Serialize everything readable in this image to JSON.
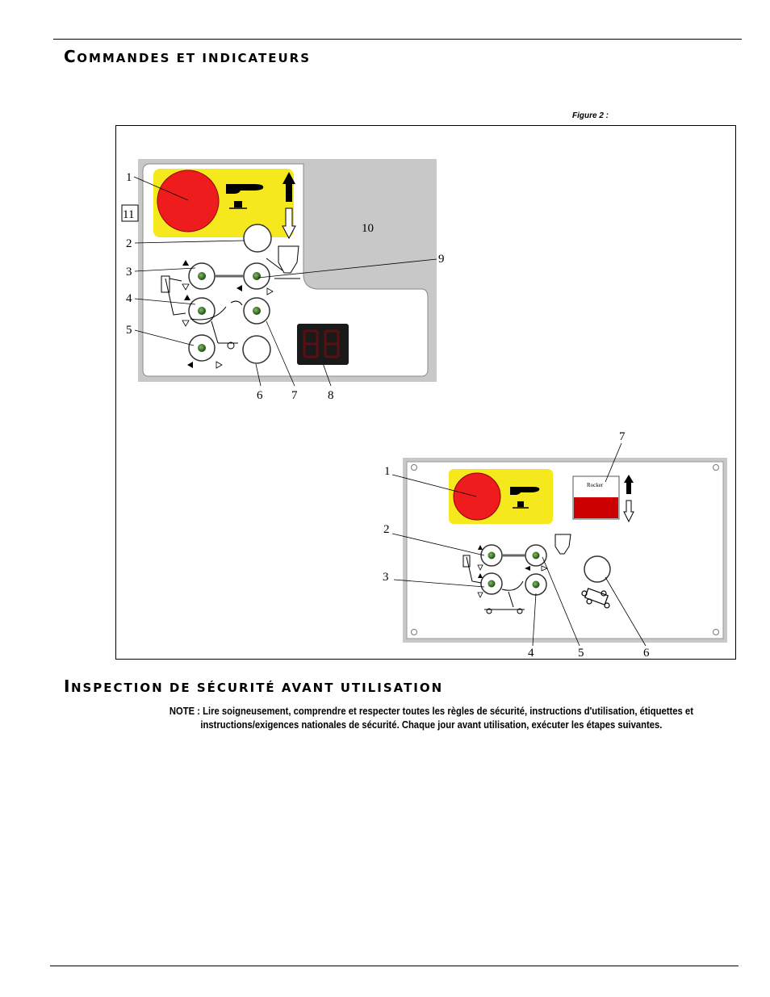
{
  "section1": {
    "first": "C",
    "rest": "OMMANDES ET INDICATEURS"
  },
  "figure": {
    "caption": "Figure 2 :",
    "upper_labels": [
      "1",
      "2",
      "3",
      "4",
      "5",
      "6",
      "7",
      "8",
      "9",
      "10",
      "11"
    ],
    "lower_labels": [
      "1",
      "2",
      "3",
      "4",
      "5",
      "6",
      "7"
    ],
    "rocker_text": "Rocker"
  },
  "section2": {
    "first": "I",
    "rest": "NSPECTION DE SÉCURITÉ AVANT UTILISATION"
  },
  "note": {
    "label": "NOTE :",
    "text": "Lire soigneusement, comprendre et respecter toutes les règles de sécurité, instructions d'utilisation, étiquettes et instructions/exigences nationales de sécurité. Chaque jour avant utilisation, exécuter les étapes suivantes."
  },
  "colors": {
    "panel_yellow": "#f5e91e",
    "estop_red": "#ee1c1c",
    "panel_gray": "#c8c8c8",
    "rocker_red": "#cc0000"
  }
}
